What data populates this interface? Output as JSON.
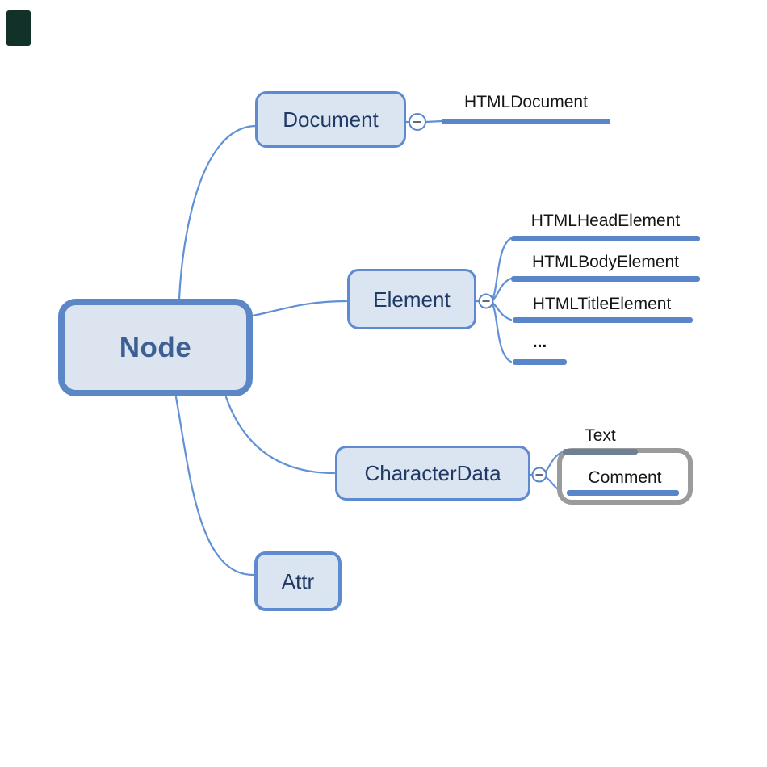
{
  "diagram": {
    "title_hint": "DOM node type mind map",
    "root": {
      "label": "Node"
    },
    "branches": [
      {
        "id": "document",
        "label": "Document",
        "collapse_icon": "minus",
        "children": [
          {
            "label": "HTMLDocument"
          }
        ]
      },
      {
        "id": "element",
        "label": "Element",
        "collapse_icon": "minus",
        "children": [
          {
            "label": "HTMLHeadElement"
          },
          {
            "label": "HTMLBodyElement"
          },
          {
            "label": "HTMLTitleElement"
          },
          {
            "label": "..."
          }
        ]
      },
      {
        "id": "characterdata",
        "label": "CharacterData",
        "collapse_icon": "minus",
        "children": [
          {
            "label": "Text"
          },
          {
            "label": "Comment"
          }
        ]
      },
      {
        "id": "attr",
        "label": "Attr",
        "children": []
      }
    ]
  },
  "colors": {
    "node_border_blue": "#5b87c7",
    "node_fill_blue": "#dce4f1",
    "underline_bar_blue": "#5886c8",
    "branch_line_blue": "#6090d5",
    "box_text_navy": "#203a66",
    "root_text_blue": "#3d6094",
    "child_text_black": "#151515",
    "boundary_gray": "#9b9b9b",
    "text_bar_slate": "#6d8095",
    "corner_swatch_dark": "#123129",
    "background": "#ffffff"
  }
}
